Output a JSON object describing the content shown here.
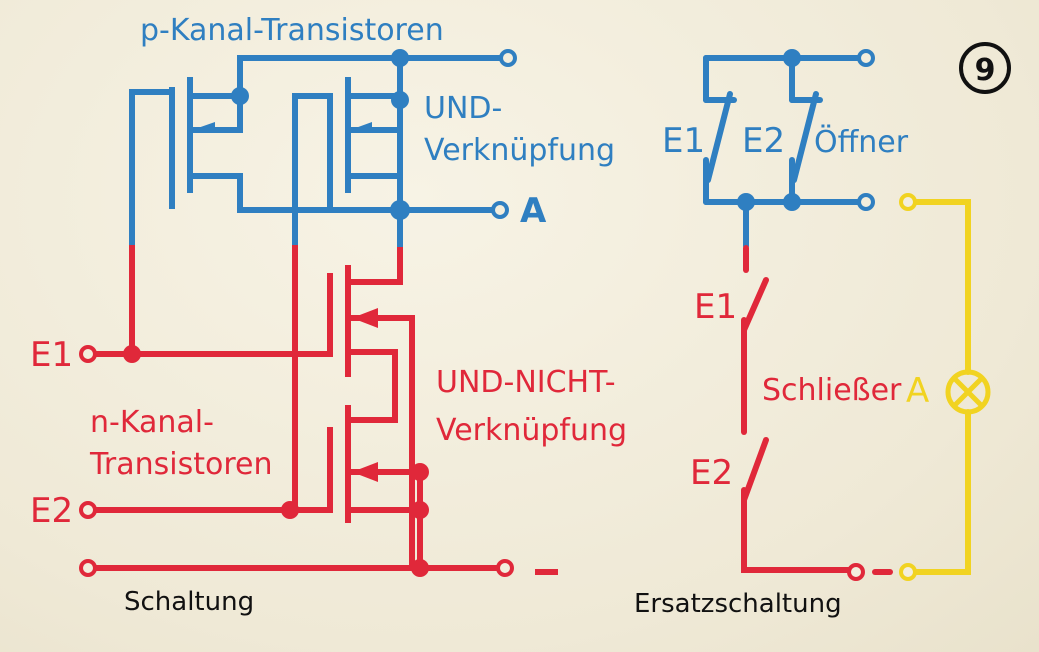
{
  "figure_number": "9",
  "colors": {
    "blue": "#2f7fc1",
    "red": "#e0283a",
    "yellow": "#f1d321",
    "black": "#111111",
    "paper": "#f3eedd"
  },
  "labels": {
    "p_channel": "p-Kanal-Transistoren",
    "and_line1": "UND-",
    "and_line2": "Verknüpfung",
    "output_a": "A",
    "e1": "E1",
    "e2": "E2",
    "n_channel_line1": "n-Kanal-",
    "n_channel_line2": "Transistoren",
    "nand_line1": "UND-NICHT-",
    "nand_line2": "Verknüpfung",
    "minus": "-",
    "circuit_caption": "Schaltung"
  },
  "equivalent": {
    "e1": "E1",
    "e2": "E2",
    "opener": "Öffner",
    "closer_e1": "E1",
    "closer_e2": "E2",
    "closer": "Schließer",
    "lamp_label": "A",
    "caption": "Ersatzschaltung"
  }
}
